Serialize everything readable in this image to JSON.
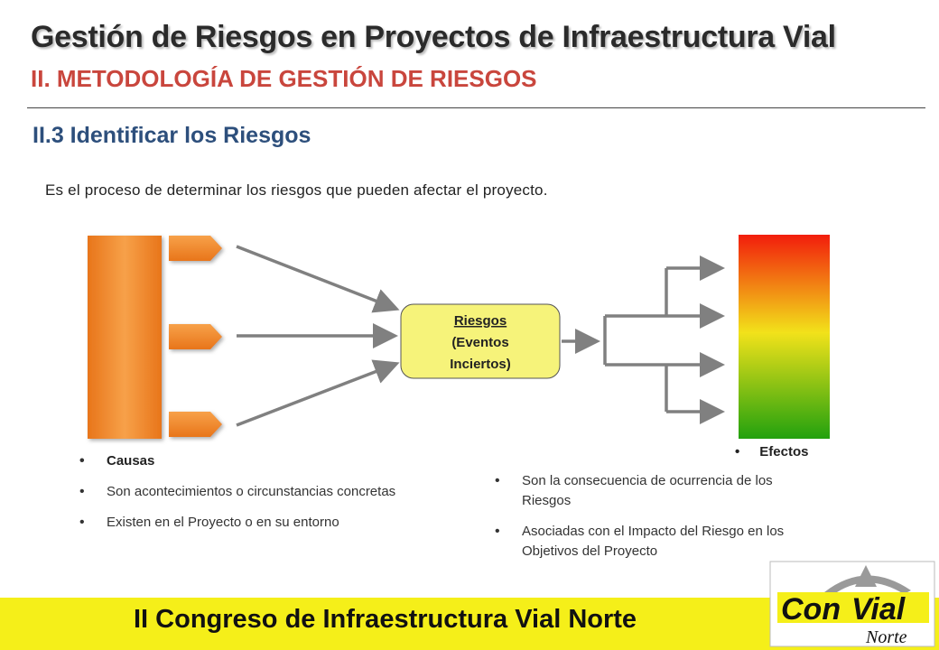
{
  "header": {
    "title": "Gestión de Riesgos en Proyectos de Infraestructura Vial",
    "subtitle": "II. METODOLOGÍA DE GESTIÓN DE RIESGOS"
  },
  "section": {
    "title": "II.3 Identificar los Riesgos",
    "intro": "Es el proceso de determinar los riesgos que pueden afectar el proyecto."
  },
  "diagram": {
    "center_box": {
      "line1": "Riesgos",
      "line2": "(Eventos",
      "line3": "Inciertos)"
    }
  },
  "causas": {
    "heading": "Causas",
    "items": [
      "Son acontecimientos o circunstancias concretas",
      "Existen en el Proyecto o en su entorno"
    ]
  },
  "efectos": {
    "heading": "Efectos",
    "items": [
      "Son la consecuencia de ocurrencia de los Riesgos",
      "Asociadas con el Impacto del Riesgo en los Objetivos del Proyecto"
    ]
  },
  "footer": {
    "text": "II Congreso de Infraestructura Vial Norte"
  },
  "logo": {
    "word1": "Con",
    "word2": "Vial",
    "word3": "Norte"
  },
  "colors": {
    "title": "#2b2b2b",
    "subtitle": "#c9463d",
    "section": "#2d4f7c",
    "footer_bg": "#f5ef19",
    "cause_orange": "#f28c28",
    "center_box_fill": "#f6f37a",
    "gradient_top": "#f21d0c",
    "gradient_mid": "#f2e21a",
    "gradient_bottom": "#22a10e"
  },
  "icons": [
    "bullet-icon",
    "arrow-icon",
    "road-arrow-logo-icon"
  ]
}
